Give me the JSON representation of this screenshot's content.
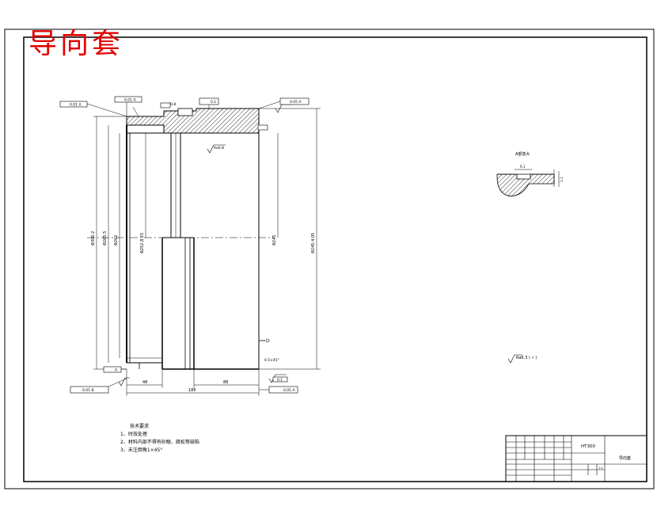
{
  "drawing_title": "导向套",
  "detail": {
    "label": "A部放大",
    "dim_left": "R.1",
    "dim_right": "1.1"
  },
  "dims": {
    "d_overall": "Φ300.2",
    "d_bore1": "Φ265.5",
    "d_bore2": "Φ262",
    "d_groove": "Φ252.8.15",
    "d_inner": "Φ245",
    "d_outer": "Φ245.4.05",
    "l_48": "48",
    "l_88": "88",
    "l_total": "186",
    "chamfer": "0.5×45°",
    "r_top": "R0.8"
  },
  "roughness": {
    "bore": "Ra0.8",
    "general": "Ra6.3 ( √ )"
  },
  "gdt": {
    "top_left": "0.01 A",
    "top_mid": "0.01 A",
    "top_par": "0.1",
    "top_right": "0.05 A",
    "bottom_datum": "A",
    "bottom_left": "0.05 B",
    "bottom_mid": "0.1",
    "bottom_right": "0.05 A"
  },
  "notes": {
    "heading": "技术要求",
    "item1": "1、时效处理",
    "item2": "2、材料内部不得有砂眼、疏松等缺陷",
    "item3": "3、未注倒角1×45°"
  },
  "title_block": {
    "part_no": "HT300",
    "part_name": "导向套",
    "scale": "1:1"
  }
}
